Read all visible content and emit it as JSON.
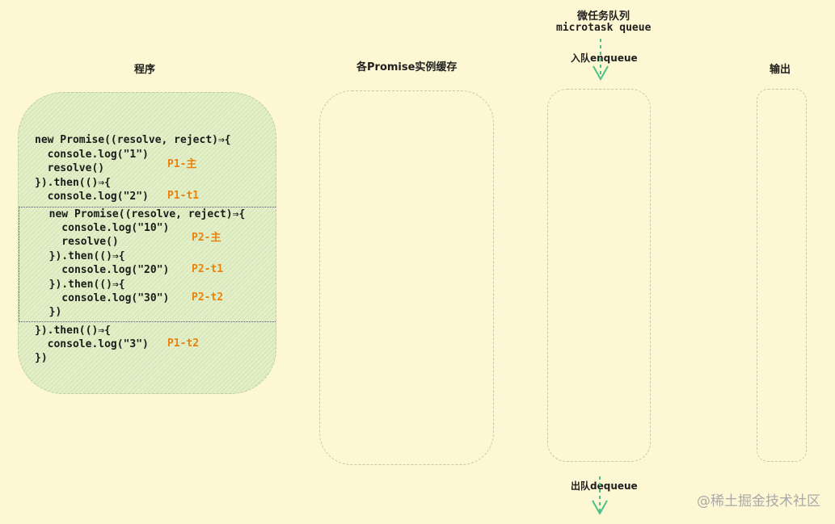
{
  "headers": {
    "program": "程序",
    "cache": "各Promise实例缓存",
    "microtask_cn": "微任务队列",
    "microtask_en": "microtask queue",
    "enqueue": "入队enqueue",
    "output": "输出",
    "dequeue": "出队dequeue"
  },
  "code_lines": [
    "new Promise((resolve, reject)⇒{",
    "  console.log(\"1\")",
    "  resolve()",
    "}).then(()⇒{",
    "  console.log(\"2\")",
    "  new Promise((resolve, reject)⇒{",
    "    console.log(\"10\")",
    "    resolve()",
    "  }).then(()⇒{",
    "    console.log(\"20\")",
    "  }).then(()⇒{",
    "    console.log(\"30\")",
    "  })",
    "}).then(()⇒{",
    "  console.log(\"3\")",
    "})"
  ],
  "tags": [
    "P1-主",
    "P1-t1",
    "P2-主",
    "P2-t1",
    "P2-t2",
    "P1-t2"
  ],
  "watermark": "@稀土掘金技术社区",
  "colors": {
    "background": "#fdf7d3",
    "tag": "#e8830f",
    "arrow": "#4cc28a",
    "code_box": "#e3efc7"
  }
}
